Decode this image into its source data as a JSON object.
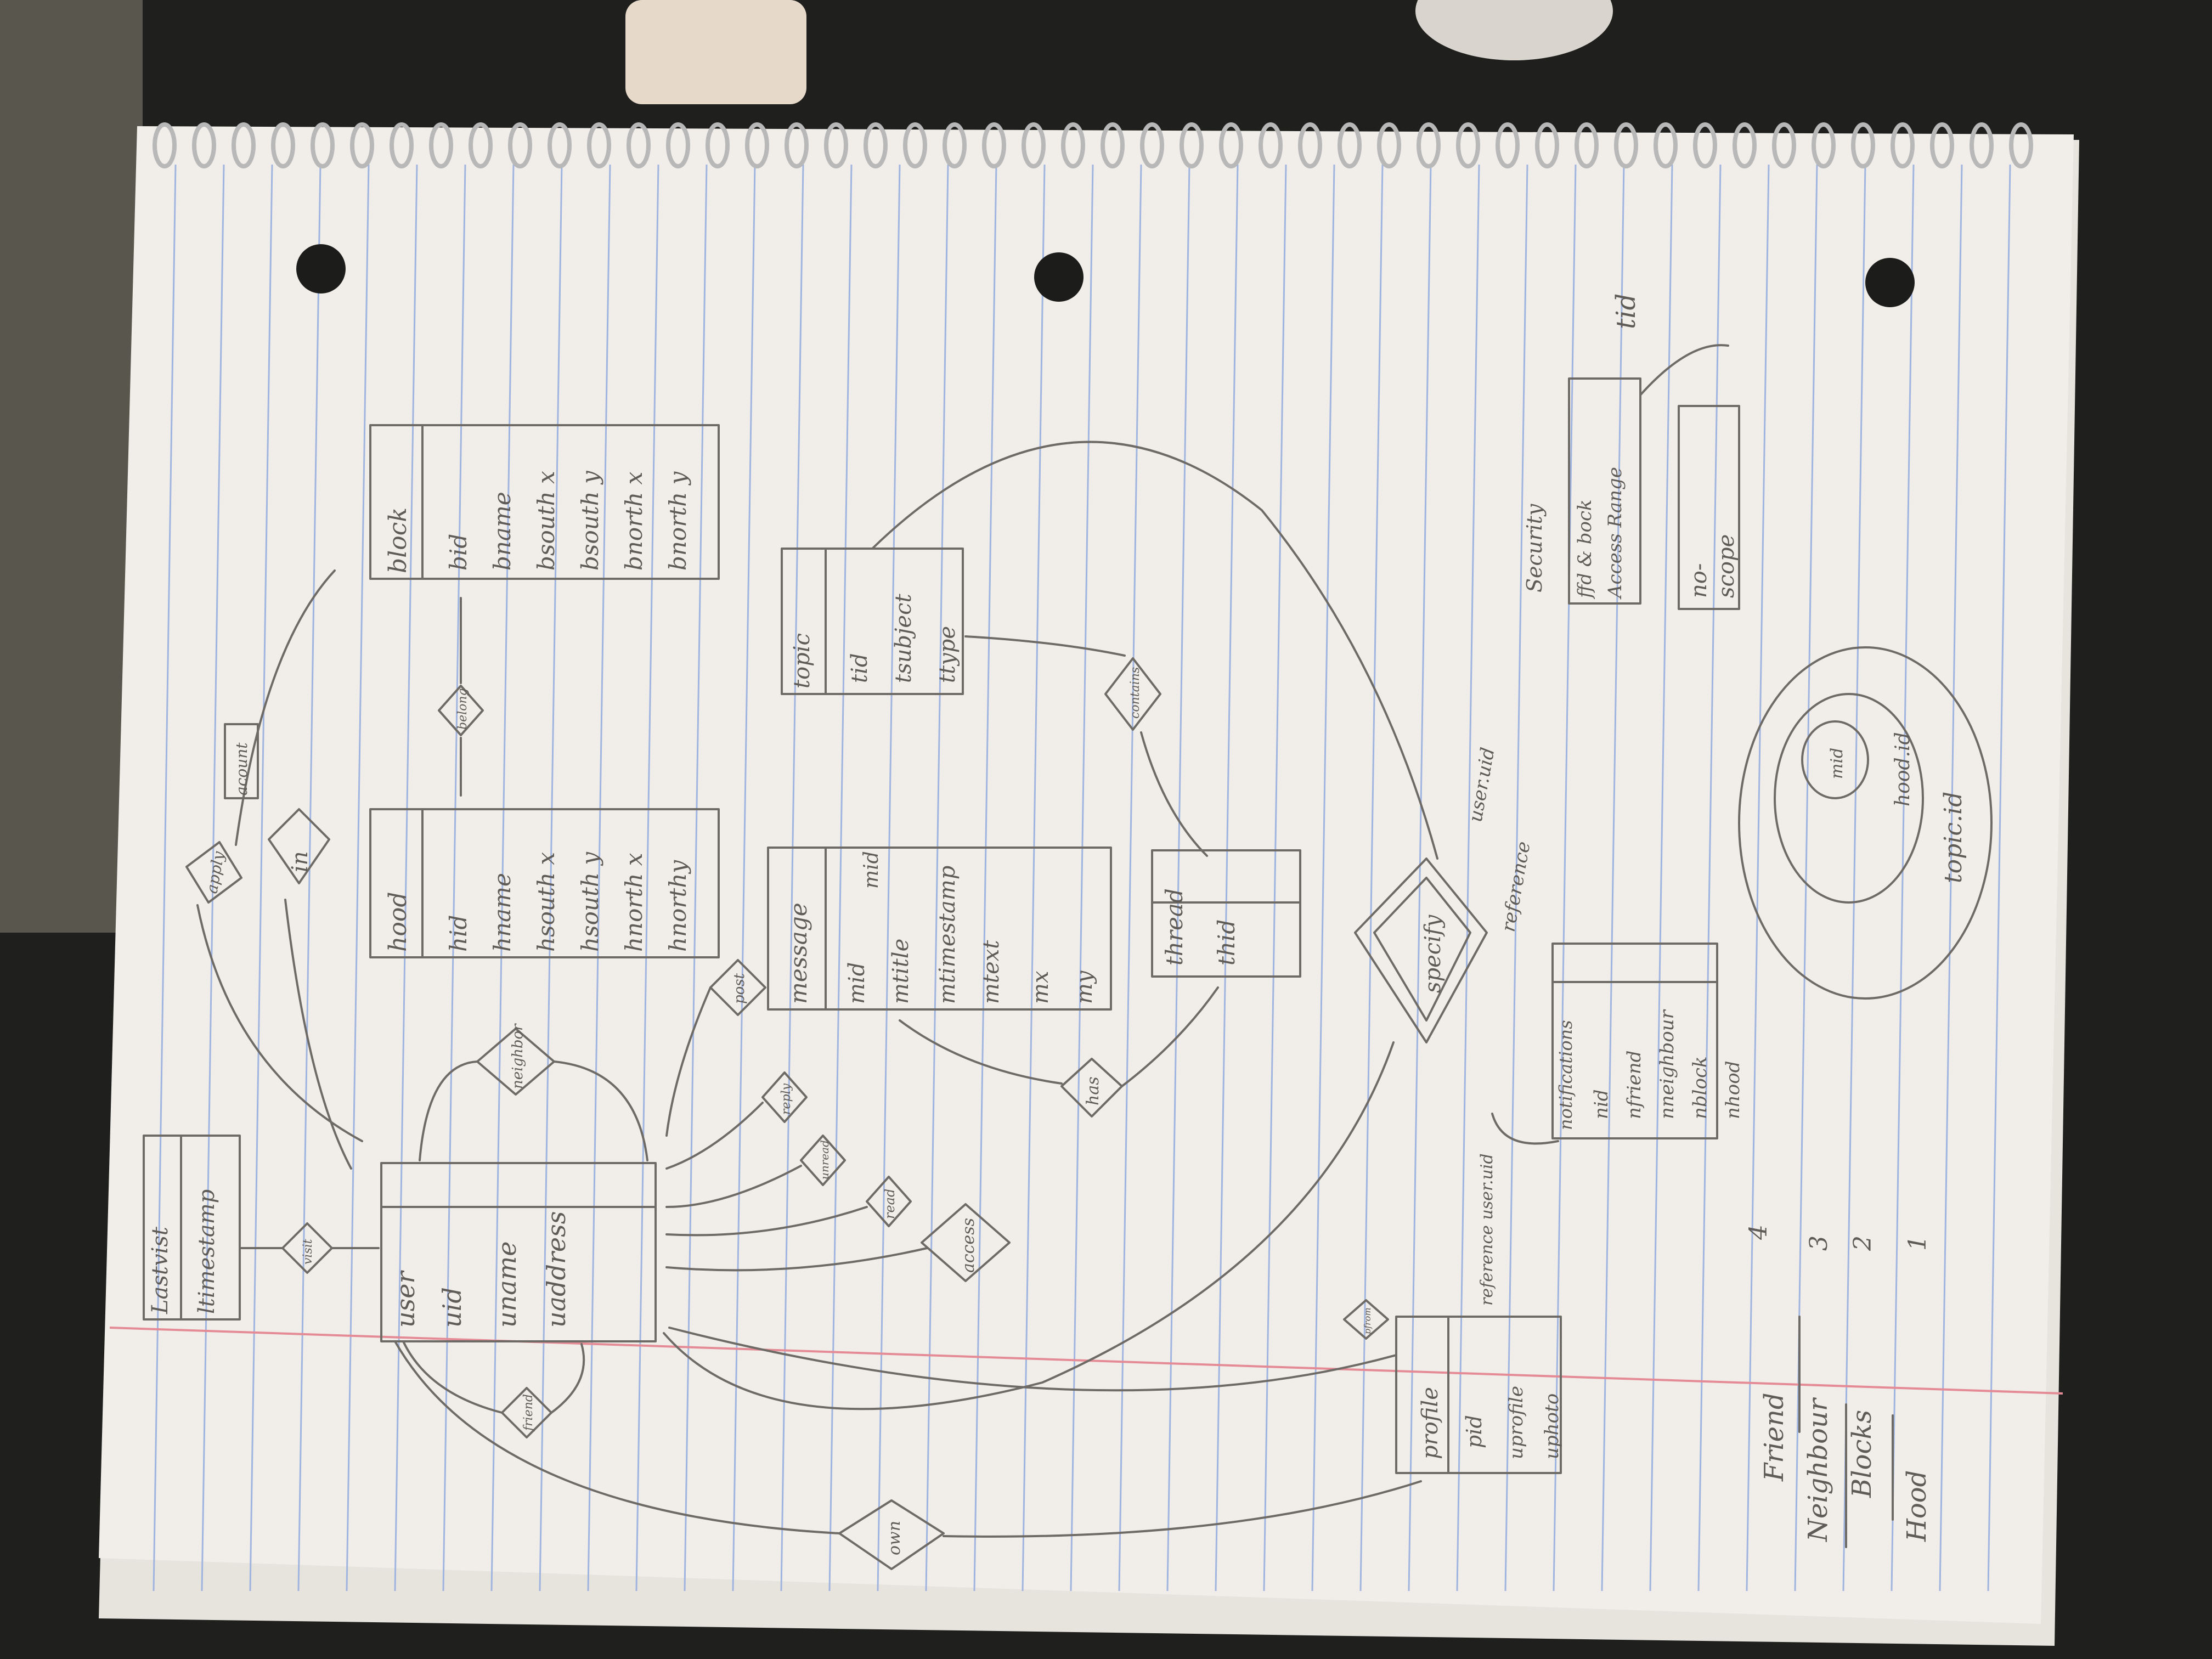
{
  "photo": {
    "paper_color": "#f1eeea",
    "margin_line_color": "#e48b95",
    "rule_line_color": "#9fb4df",
    "ink_color": "#66625e"
  },
  "labels": {
    "lastvisit": "Lastvist",
    "ltimestamp": "ltimestamp",
    "visit": "visit",
    "apply": "apply",
    "acount": "acount",
    "in": "in",
    "neighbor": "neighbor",
    "friend": "friend",
    "own": "own",
    "post": "post",
    "reply": "reply",
    "unread": "unread",
    "read": "read",
    "access": "access",
    "has": "has",
    "contains": "contains",
    "belong": "belong",
    "specify": "specify",
    "reference_user_uid": "reference user.uid",
    "reference_user_uid_2": "reference user.uid",
    "profile_ref": "pfrom"
  },
  "entities": {
    "user": {
      "title": "user",
      "fields": [
        "uid",
        "uname",
        "uaddress"
      ]
    },
    "hood": {
      "title": "hood",
      "fields": [
        "hid",
        "hname",
        "hsouth x",
        "hsouth y",
        "hnorth x",
        "hnorthy"
      ]
    },
    "block": {
      "title": "block",
      "fields": [
        "bid",
        "bname",
        "bsouth x",
        "bsouth y",
        "bnorth x",
        "bnorth y"
      ]
    },
    "message": {
      "title": "message",
      "fields": [
        "mid",
        "mtitle",
        "mtimestamp",
        "mtext",
        "mx",
        "my"
      ]
    },
    "topic": {
      "title": "topic",
      "fields": [
        "tid",
        "tsubject",
        "ttype"
      ]
    },
    "thread": {
      "title": "thread",
      "fields": [
        "thid"
      ]
    },
    "profile": {
      "title": "profile",
      "fields": [
        "pid",
        "uprofile",
        "uphoto"
      ]
    },
    "notifications": {
      "title": "notifications",
      "fields": [
        "nid",
        "nfriend",
        "nneighbour",
        "nblock",
        "nhood"
      ]
    },
    "security": {
      "title": "Security",
      "fields": [
        "ffd & bock",
        "Access Range"
      ]
    },
    "none": {
      "title": "no-",
      "fields": [
        "scope"
      ]
    }
  },
  "annotations": {
    "message_mid_side": "mid",
    "topic_tid_side": "tid",
    "user_uid_edge": "user.uid",
    "reference_edge": "reference"
  },
  "legend": {
    "rows": [
      {
        "label": "Friend",
        "value": "4"
      },
      {
        "label": "Neighbour",
        "value": "3"
      },
      {
        "label": "Blocks",
        "value": "2"
      },
      {
        "label": "Hood",
        "value": "1"
      }
    ]
  },
  "circles": {
    "inner": "mid",
    "middle": "hood.id",
    "outer": "topic.id"
  }
}
